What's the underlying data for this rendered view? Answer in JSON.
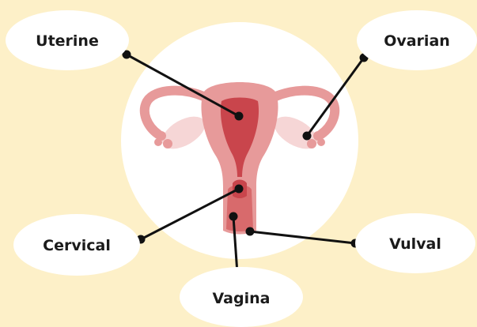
{
  "colors": {
    "background": "#fdf0c8",
    "circle": "#ffffff",
    "bubble": "#ffffff",
    "organ_light": "#e79a9a",
    "organ_mid": "#d86a6c",
    "organ_dark": "#c9454c",
    "ovary": "#f6d6d6",
    "leader": "#111111"
  },
  "labels": {
    "uterine": "Uterine",
    "ovarian": "Ovarian",
    "cervical": "Cervical",
    "vulval": "Vulval",
    "vagina": "Vagina"
  }
}
